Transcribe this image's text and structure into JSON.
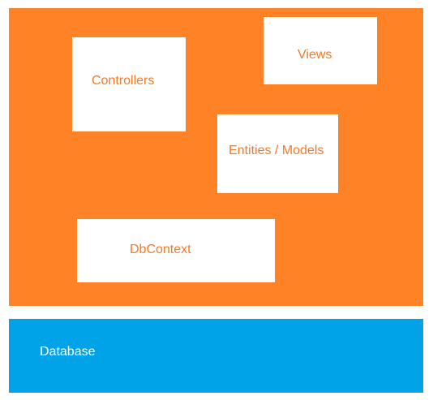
{
  "colors": {
    "application_layer": "#FF8227",
    "box_fill": "#FFFFFF",
    "box_text": "#F47A26",
    "database_fill": "#00A2E8",
    "database_text": "#FFFFFF"
  },
  "diagram": {
    "boxes": {
      "controllers": "Controllers",
      "views": "Views",
      "entities_models": "Entities / Models",
      "dbcontext": "DbContext"
    },
    "database": "Database"
  }
}
